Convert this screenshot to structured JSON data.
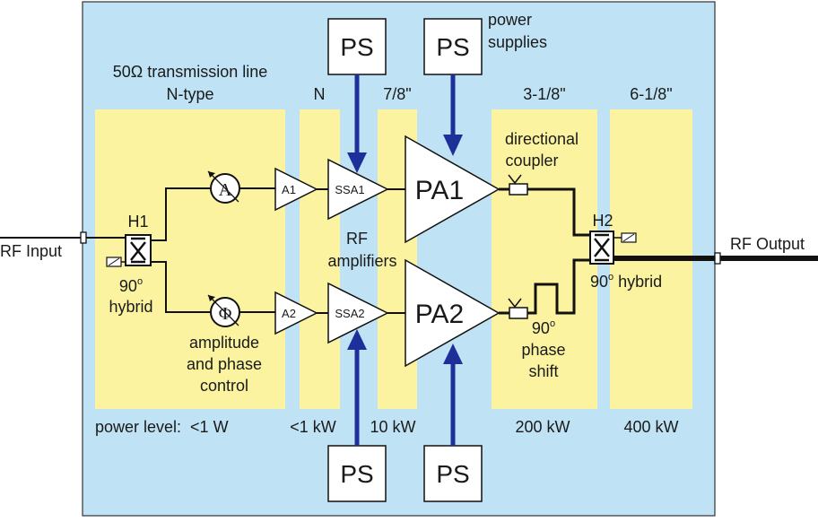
{
  "labels": {
    "rf_input": "RF Input",
    "rf_output": "RF Output",
    "line_title": "50Ω transmission line",
    "line_subtitle": "N-type",
    "power_supplies_1": "power",
    "power_supplies_2": "supplies",
    "rf_amplifiers_1": "RF",
    "rf_amplifiers_2": "amplifiers",
    "directional_1": "directional",
    "directional_2": "coupler",
    "hybrid_in_1": "90",
    "hybrid_in_sup": "o",
    "hybrid_in_2": "hybrid",
    "hybrid_out_prefix": "90",
    "hybrid_out_sup": "o",
    "hybrid_out_suffix": " hybrid",
    "control_1": "amplitude",
    "control_2": "and phase",
    "control_3": "control",
    "phase_shift_1": "90",
    "phase_shift_sup": "o",
    "phase_shift_2": "phase",
    "phase_shift_3": "shift"
  },
  "line_types": [
    "N",
    "7/8\"",
    "3-1/8\"",
    "6-1/8\""
  ],
  "power_levels": {
    "lead": "power level:  <1 W",
    "n": "<1 kW",
    "seven_eighths": "10 kW",
    "three_eighths": "200 kW",
    "six_eighths": "400 kW"
  },
  "components": {
    "ps": "PS",
    "h1": "H1",
    "h2": "H2",
    "a_symbol": "A",
    "phi_symbol": "Φ",
    "a1": "A1",
    "a2": "A2",
    "ssa1": "SSA1",
    "ssa2": "SSA2",
    "pa1": "PA1",
    "pa2": "PA2"
  },
  "colors": {
    "background": "#bfe3f5",
    "zone": "#fbf3a0",
    "arrow": "#1e2f9a",
    "line": "#111111"
  }
}
